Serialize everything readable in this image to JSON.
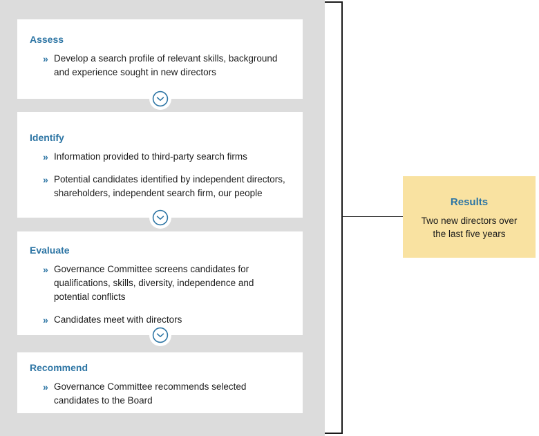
{
  "glyphs": {
    "bullet": "»"
  },
  "colors": {
    "column_bg": "#dcdcdc",
    "card_bg": "#ffffff",
    "accent_blue": "#2d75a4",
    "body_text": "#1b1b1b",
    "results_bg": "#f9e2a1",
    "line": "#1a1a1a"
  },
  "process": {
    "steps": [
      {
        "title": "Assess",
        "bullets": [
          "Develop a search profile of relevant skills, background\nand experience sought in new directors"
        ]
      },
      {
        "title": "Identify",
        "bullets": [
          "Information provided to third-party search firms",
          "Potential candidates identified by independent directors,\nshareholders, independent search firm, our people"
        ]
      },
      {
        "title": "Evaluate",
        "bullets": [
          "Governance Committee screens candidates for\nqualifications, skills, diversity, independence and\npotential conflicts",
          "Candidates meet with directors"
        ]
      },
      {
        "title": "Recommend",
        "bullets": [
          "Governance Committee recommends selected\ncandidates to the Board"
        ]
      }
    ]
  },
  "results": {
    "title": "Results",
    "text": "Two new directors over\nthe last five years"
  }
}
